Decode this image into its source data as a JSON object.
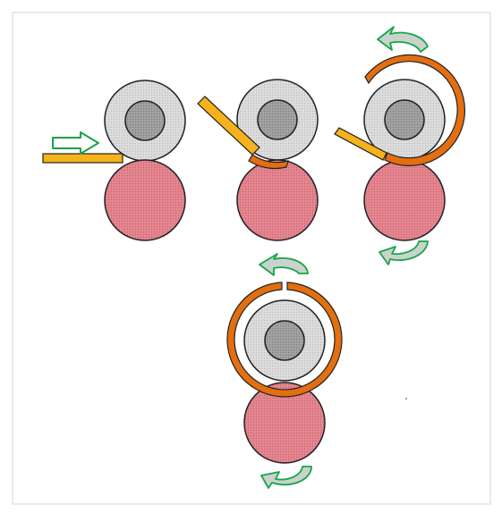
{
  "diagram": {
    "stages": [
      {
        "id": "stage-1",
        "description_visible": false
      },
      {
        "id": "stage-2",
        "description_visible": false
      },
      {
        "id": "stage-3",
        "description_visible": false
      },
      {
        "id": "stage-4",
        "description_visible": false
      }
    ],
    "colors": {
      "page_border": "#d0d0d0",
      "upper_roller_outer": "#d8d8d8",
      "upper_roller_inner": "#9a9a9a",
      "lower_roller": "#e27b86",
      "flat_strip": "#f5b21c",
      "bent_strip": "#e36f10",
      "arrow_stroke": "#1aa34a",
      "arrow_fill_light": "#ffffff",
      "arrow_fill_shade": "#c9d3cc",
      "outline": "#222222"
    },
    "icons": [
      "feed-direction-arrow-icon",
      "counterclockwise-rotation-arrow-icon",
      "clockwise-rotation-arrow-icon"
    ]
  }
}
